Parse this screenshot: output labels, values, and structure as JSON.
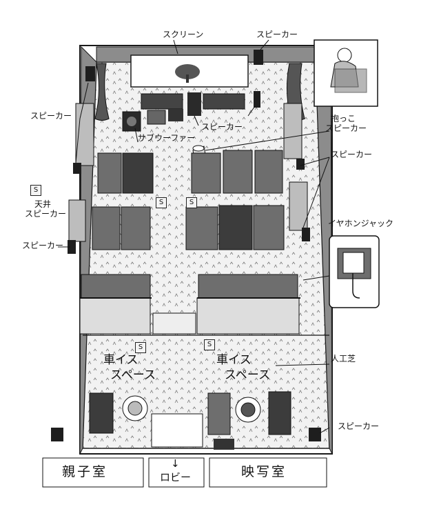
{
  "labels": {
    "screen": "スクリーン",
    "speaker": "スピーカー",
    "subwoofer": "サブウーファー",
    "hug_speaker": [
      "抱っこ",
      "スピーカー"
    ],
    "ceiling_speaker": [
      "天井",
      "スピーカー"
    ],
    "earphone_jack": "イヤホンジャック",
    "wheelchair_space": [
      "車イス",
      "スペース"
    ],
    "artificial_turf": "人工芝",
    "parent_child_room": "親子室",
    "lobby": "ロビー",
    "projection_room": "映写室",
    "lobby_arrow": "↓",
    "ceiling_mark": "S"
  },
  "colors": {
    "floor": "#f2f2f2",
    "wall": "#8c8c8c",
    "seat": "#6e6e6e",
    "seat_dark": "#3c3c3c",
    "line": "#1a1a1a"
  }
}
